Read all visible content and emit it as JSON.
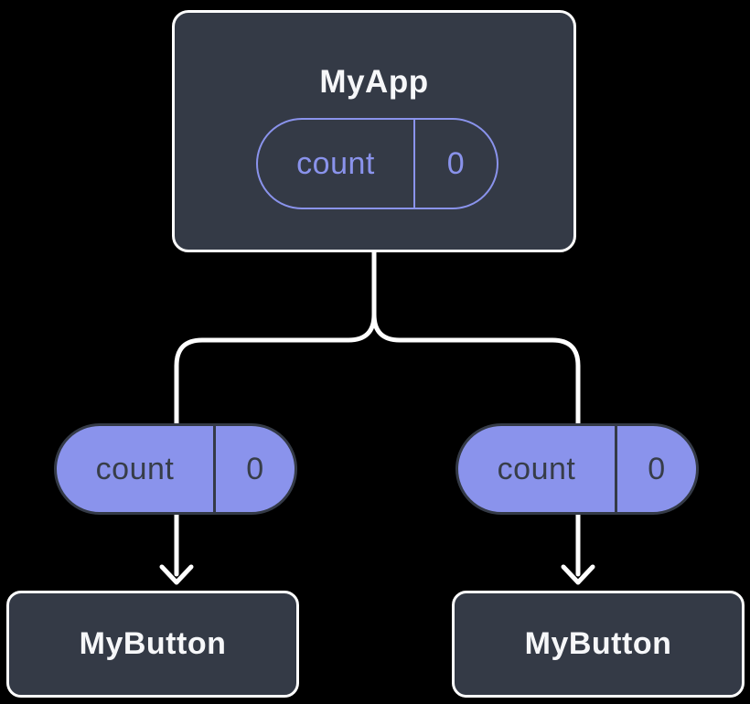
{
  "colors": {
    "background": "#000000",
    "node_bg": "#343a46",
    "node_border": "#ffffff",
    "node_text": "#f6f7f9",
    "accent_purple": "#8a93ec",
    "pill_border": "#343a46",
    "pill_text": "#373d48",
    "connector": "#ffffff"
  },
  "diagram": {
    "type": "component-tree",
    "root": {
      "label": "MyApp",
      "state_pill": {
        "key": "count",
        "value": "0"
      }
    },
    "children": [
      {
        "label": "MyButton",
        "prop_pill": {
          "key": "count",
          "value": "0"
        }
      },
      {
        "label": "MyButton",
        "prop_pill": {
          "key": "count",
          "value": "0"
        }
      }
    ]
  }
}
